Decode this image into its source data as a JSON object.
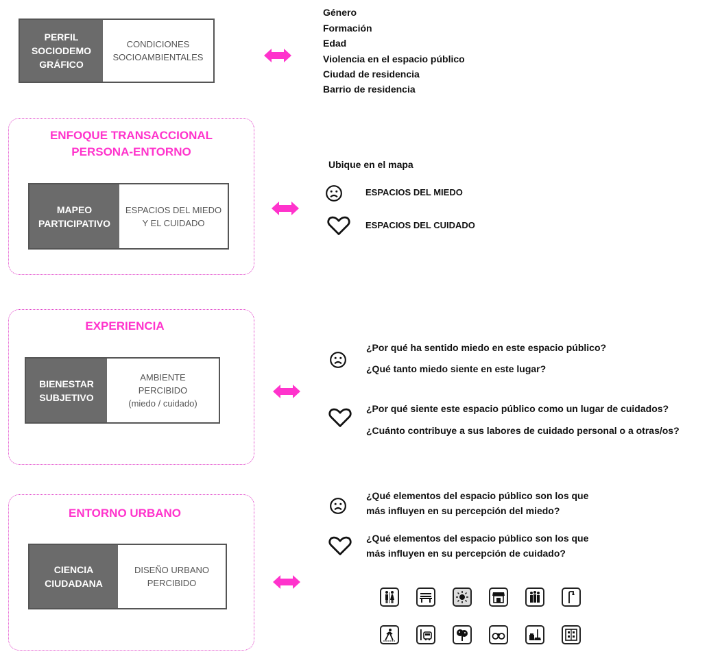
{
  "section1": {
    "left": "PERFIL\nSOCIODEMO\nGRÁFICO",
    "right": "CONDICIONES\nSOCIOAMBIENTALES",
    "items": [
      "Género",
      "Formación",
      "Edad",
      "Violencia en el espacio público",
      "Ciudad de residencia",
      "Barrio de residencia"
    ]
  },
  "section2": {
    "title": "ENFOQUE TRANSACCIONAL\nPERSONA-ENTORNO",
    "left": "MAPEO\nPARTICIPATIVO",
    "right": "ESPACIOS DEL MIEDO\nY EL CUIDADO",
    "prompt": "Ubique en el mapa",
    "fear_label": "ESPACIOS DEL MIEDO",
    "care_label": "ESPACIOS DEL CUIDADO"
  },
  "section3": {
    "title": "EXPERIENCIA",
    "left": "BIENESTAR\nSUBJETIVO",
    "right": "AMBIENTE\nPERCIBIDO\n(miedo / cuidado)",
    "fear_q1": "¿Por qué ha sentido miedo en este espacio público?",
    "fear_q2": "¿Qué tanto miedo siente en este lugar?",
    "care_q1": "¿Por qué siente este espacio público como un lugar de cuidados?",
    "care_q2": "¿Cuánto contribuye a sus labores de cuidado personal  o a otras/os?"
  },
  "section4": {
    "title": "ENTORNO URBANO",
    "left": "CIENCIA\nCIUDADANA",
    "right": "DISEÑO URBANO\nPERCIBIDO",
    "fear_q_line1": "¿Qué elementos del espacio público son los que",
    "fear_q_line2": "más influyen en su percepción del miedo?",
    "care_q_line1": "¿Qué elementos del espacio público son los que",
    "care_q_line2": "más influyen en su percepción de cuidado?",
    "icons_row1": [
      "restroom-icon",
      "bench-icon",
      "sun-icon",
      "shop-icon",
      "crowd-icon",
      "streetlight-icon"
    ],
    "icons_row2": [
      "pedestrian-icon",
      "bus-stop-icon",
      "tree-icon",
      "binoculars-icon",
      "cleaning-icon",
      "building-icon"
    ]
  },
  "colors": {
    "accent": "#ff33cc",
    "box_dark": "#6b6b6b",
    "box_border": "#555555"
  }
}
